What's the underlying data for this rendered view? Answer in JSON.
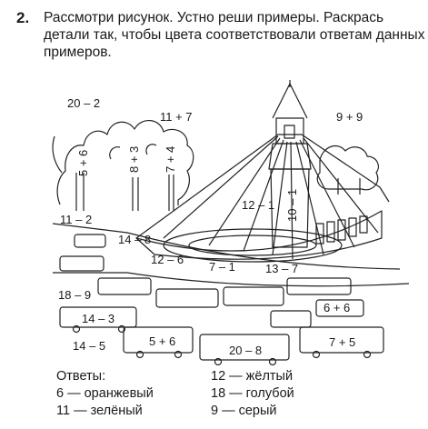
{
  "task": {
    "number": "2.",
    "text": "Рассмотри рисунок. Устно реши примеры. Раскрась детали так, чтобы цвета соответствовали ответам данных примеров."
  },
  "examples": [
    "20 – 2",
    "11 + 7",
    "9 + 9",
    "5 + 6",
    "8 + 3",
    "7 + 4",
    "11 – 2",
    "12 – 1",
    "10 – 1",
    "14 – 8",
    "12 – 6",
    "7 – 1",
    "13 – 7",
    "18 – 9",
    "6 + 6",
    "14 – 3",
    "14 – 5",
    "5 + 6",
    "20 – 8",
    "7 + 5"
  ],
  "answers": {
    "title": "Ответы:",
    "col1": [
      "6 — оранжевый",
      "11 — зелёный"
    ],
    "col2": [
      "12 — жёлтый",
      "18 — голубой",
      "9 — серый"
    ]
  }
}
